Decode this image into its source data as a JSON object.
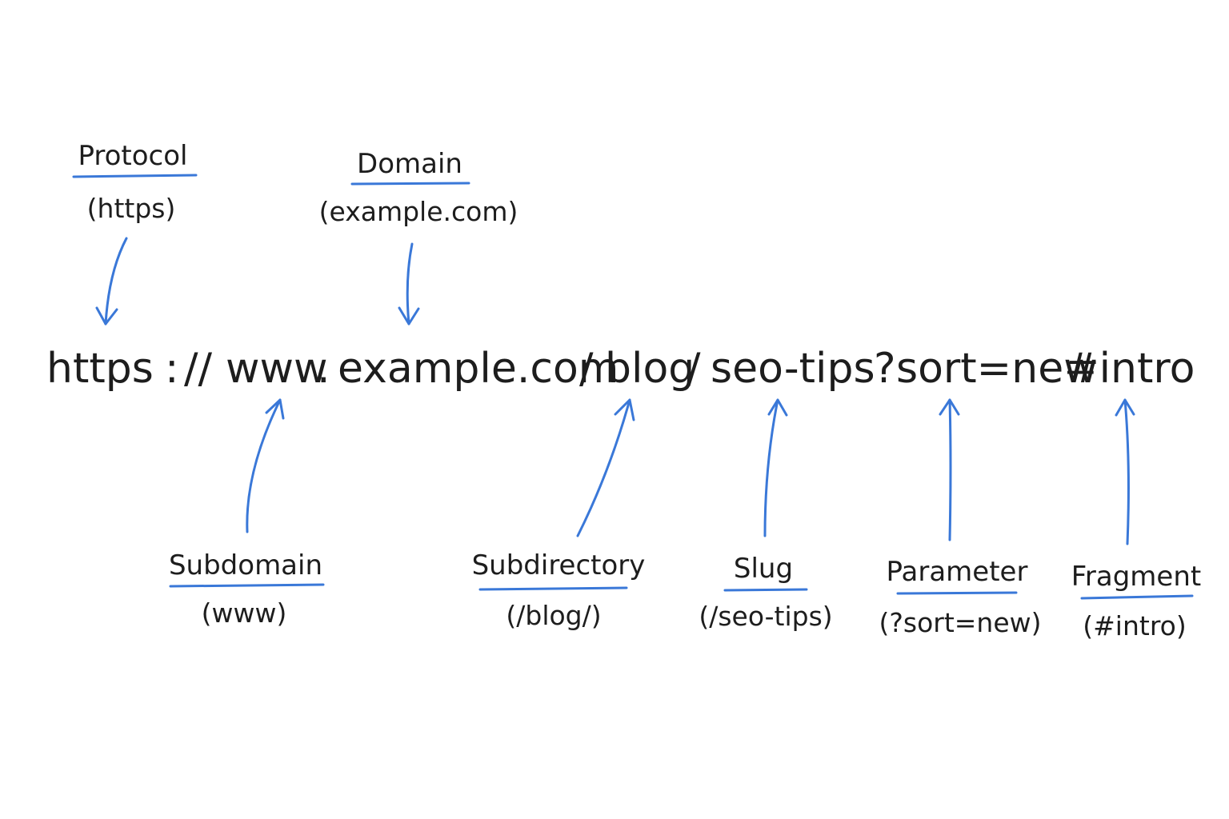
{
  "diagram": {
    "accent_color": "#3a78d8",
    "ink_color": "#1d1d1d",
    "url_segments": [
      {
        "id": "protocol",
        "text": "https"
      },
      {
        "id": "colon",
        "text": ":"
      },
      {
        "id": "slashes",
        "text": "//"
      },
      {
        "id": "subdomain",
        "text": "www"
      },
      {
        "id": "dot",
        "text": "."
      },
      {
        "id": "domain",
        "text": "example.com"
      },
      {
        "id": "slash1",
        "text": "/"
      },
      {
        "id": "path",
        "text": "blog"
      },
      {
        "id": "slash2",
        "text": "/"
      },
      {
        "id": "slug",
        "text": "seo-tips"
      },
      {
        "id": "question",
        "text": "?"
      },
      {
        "id": "param",
        "text": "sort=new"
      },
      {
        "id": "fragment",
        "text": "#intro"
      }
    ],
    "labels": [
      {
        "id": "protocol",
        "name": "Protocol",
        "value": "(https)"
      },
      {
        "id": "domain",
        "name": "Domain",
        "value": "(example.com)"
      },
      {
        "id": "subdomain",
        "name": "Subdomain",
        "value": "(www)"
      },
      {
        "id": "subdirectory",
        "name": "Subdirectory",
        "value": "(/blog/)"
      },
      {
        "id": "slug",
        "name": "Slug",
        "value": "(/seo-tips)"
      },
      {
        "id": "parameter",
        "name": "Parameter",
        "value": "(?sort=new)"
      },
      {
        "id": "fragment",
        "name": "Fragment",
        "value": "(#intro)"
      }
    ]
  }
}
